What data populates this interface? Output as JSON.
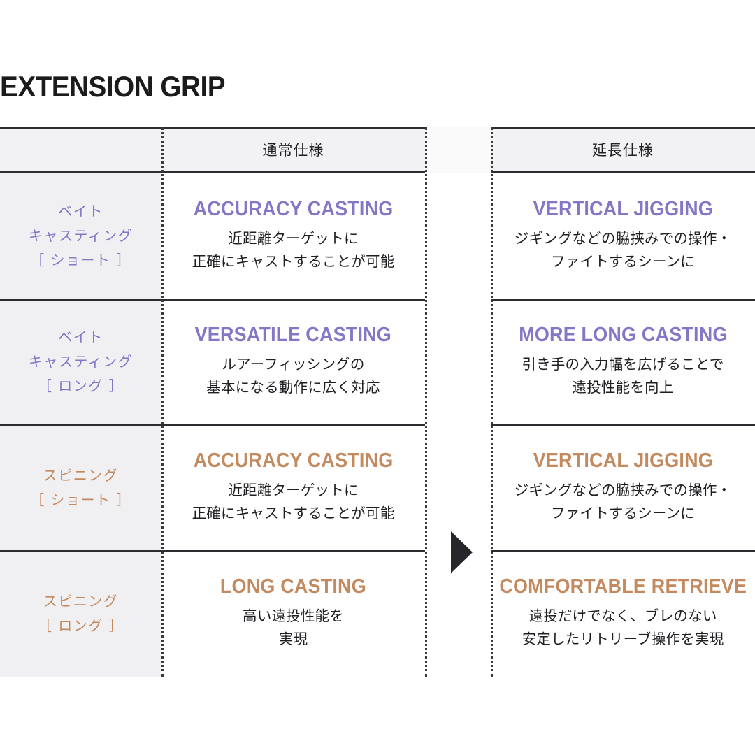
{
  "page": {
    "title": "EXTENSION GRIP",
    "background": "#ffffff"
  },
  "colors": {
    "accent_purple": "#8278c6",
    "accent_tan": "#c48a5f",
    "rule": "#2b2b30",
    "label_column_bg": "#f0f0f3",
    "header_bg": "#f2f2f4"
  },
  "table": {
    "columns": [
      {
        "key": "label",
        "header": ""
      },
      {
        "key": "normal",
        "header": "通常仕様"
      },
      {
        "key": "gap",
        "header": ""
      },
      {
        "key": "ext",
        "header": "延長仕様"
      }
    ],
    "arrow_icon": "arrow-right-icon",
    "rows": [
      {
        "label_lines": [
          "ベイト",
          "キャスティング",
          "［ ショート ］"
        ],
        "accent": "purple",
        "normal": {
          "heading": "ACCURACY CASTING",
          "desc_lines": [
            "近距離ターゲットに",
            "正確にキャストすることが可能"
          ]
        },
        "ext": {
          "heading": "VERTICAL JIGGING",
          "desc_lines": [
            "ジギングなどの脇挟みでの操作・",
            "ファイトするシーンに"
          ]
        }
      },
      {
        "label_lines": [
          "ベイト",
          "キャスティング",
          "［ ロング ］"
        ],
        "accent": "purple",
        "normal": {
          "heading": "VERSATILE CASTING",
          "desc_lines": [
            "ルアーフィッシングの",
            "基本になる動作に広く対応"
          ]
        },
        "ext": {
          "heading": "MORE LONG CASTING",
          "desc_lines": [
            "引き手の入力幅を広げることで",
            "遠投性能を向上"
          ]
        }
      },
      {
        "label_lines": [
          "スピニング",
          "［ ショート ］"
        ],
        "accent": "tan",
        "normal": {
          "heading": "ACCURACY CASTING",
          "desc_lines": [
            "近距離ターゲットに",
            "正確にキャストすることが可能"
          ]
        },
        "ext": {
          "heading": "VERTICAL JIGGING",
          "desc_lines": [
            "ジギングなどの脇挟みでの操作・",
            "ファイトするシーンに"
          ]
        }
      },
      {
        "label_lines": [
          "スピニング",
          "［ ロング ］"
        ],
        "accent": "tan",
        "normal": {
          "heading": "LONG CASTING",
          "desc_lines": [
            "高い遠投性能を",
            "実現"
          ]
        },
        "ext": {
          "heading": "COMFORTABLE RETRIEVE",
          "desc_lines": [
            "遠投だけでなく、ブレのない",
            "安定したリトリーブ操作を実現"
          ]
        }
      }
    ]
  }
}
